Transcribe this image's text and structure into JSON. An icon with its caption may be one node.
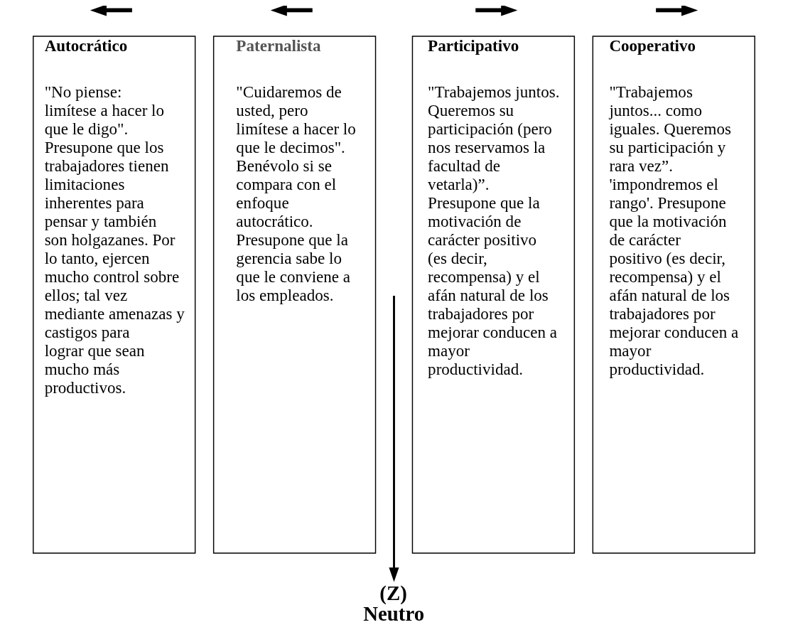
{
  "diagram": {
    "nodes": [
      {
        "text": [
          "Autocrático",
          "\"No piense: limítese a hacer lo que le digo\". Presupone que los trabajadores tienen limitaciones inherentes para pensar y también son holgazanes. Por lo tanto, ejercen mucho control sobre ellos; tal vez mediante amenazas y castigos para lograr que sean mucho más productivos."
        ]
      },
      {
        "text": [
          "Paternalista",
          "\"Cuidaremos de usted, pero limítese a hacer lo que le decimos\". Benévolo si se compara con el enfoque autocrático. Presupone que la gerencia sabe lo que le conviene a los empleados."
        ]
      },
      {
        "text": [
          "Participativo",
          "\"Trabajemos juntos. Queremos su participación (pero nos reservamos la facultad de vetarla)”. Presupone que la motivación de carácter positivo (es decir, recompensa) y el afán natural de los trabajadores por mejorar conducen a mayor productividad."
        ]
      },
      {
        "text": [
          "Cooperativo",
          "\"Trabajemos juntos... como iguales. Queremos su participación y rara vez”. 'impondremos el rango'. Presupone que la motivación de carácter positivo (es decir, recompensa) y el afán natural de los trabajadores por mejorar conducen a mayor productividad."
        ]
      },
      {
        "text": [
          "(Z) Neutro"
        ]
      }
    ],
    "edges": [
      {
        "from": null,
        "to": 4,
        "arrow": "to"
      }
    ]
  }
}
